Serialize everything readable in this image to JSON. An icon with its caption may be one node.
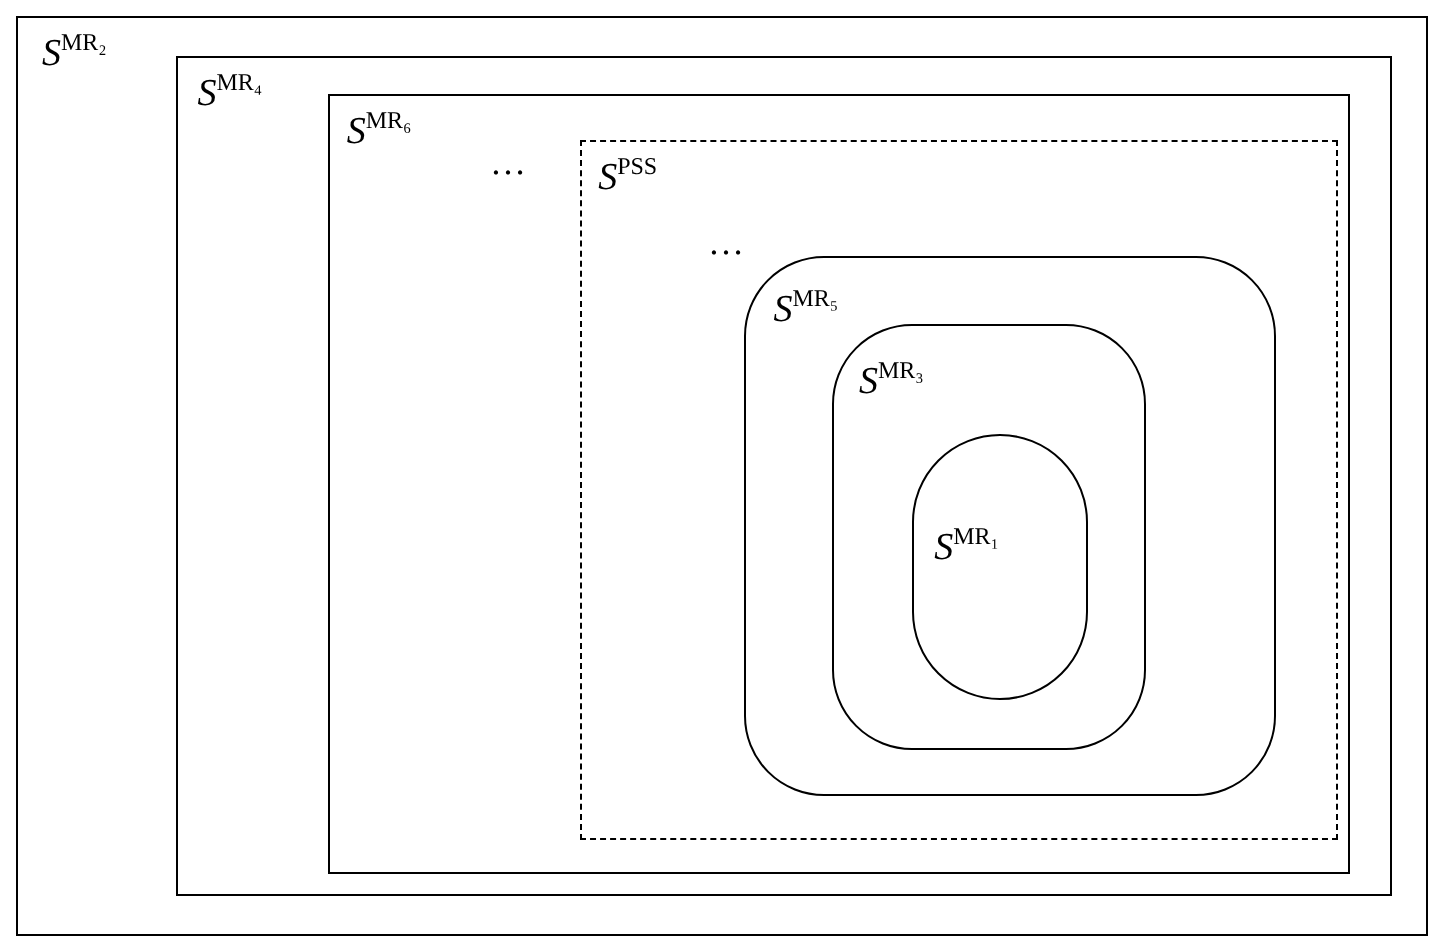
{
  "diagram": {
    "nodes": [
      {
        "text": [
          "*S*$^{MR₂}$"
        ]
      },
      {
        "text": [
          "*S*$^{MR₄}$"
        ],
        "in": 0
      },
      {
        "text": [
          "*S*$^{MR₆}$"
        ],
        "in": 1
      },
      {
        "text": [
          "*S*$^{PSS}$"
        ],
        "in": 2
      },
      {
        "text": [
          "*S*$^{MR₅}$"
        ],
        "in": 3
      },
      {
        "text": [
          "*S*$^{MR₃}$"
        ],
        "in": 4
      },
      {
        "text": [
          "*S*$^{MR₁}$"
        ],
        "in": 5
      }
    ],
    "labels": [
      "…",
      "…"
    ]
  }
}
